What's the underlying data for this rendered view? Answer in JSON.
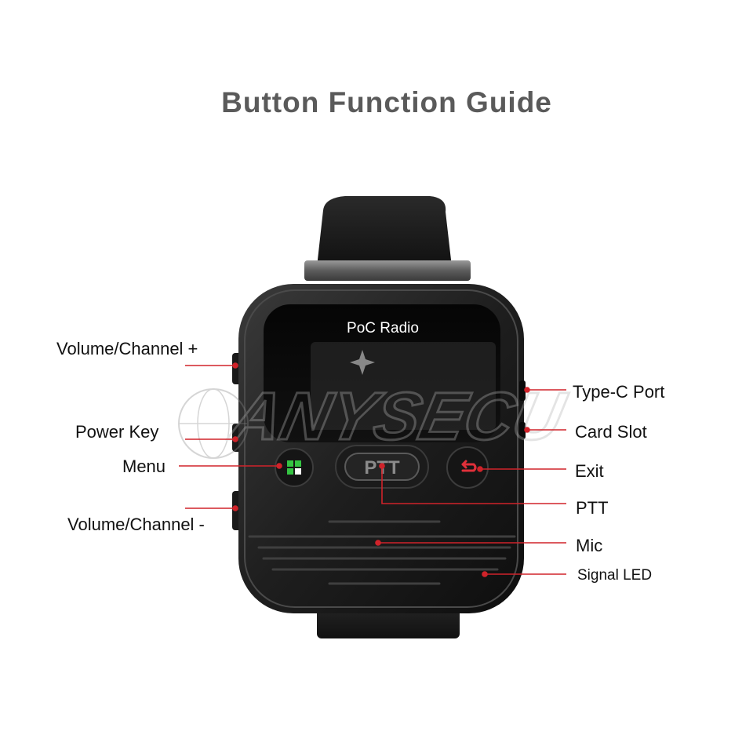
{
  "title": "Button Function Guide",
  "device": {
    "screen_text": "PoC Radio",
    "ptt_button_text": "PTT",
    "watermark_text": "ANYSECU"
  },
  "labels": {
    "volume_up": "Volume/Channel +",
    "power_key": "Power Key",
    "menu": "Menu",
    "volume_down": "Volume/Channel -",
    "type_c_port": "Type-C Port",
    "card_slot": "Card Slot",
    "exit": "Exit",
    "ptt": "PTT",
    "mic": "Mic",
    "signal_led": "Signal LED"
  },
  "colors": {
    "leader_line": "#d0232a",
    "title": "#5a5a5a",
    "menu_icon": "#35c442"
  }
}
